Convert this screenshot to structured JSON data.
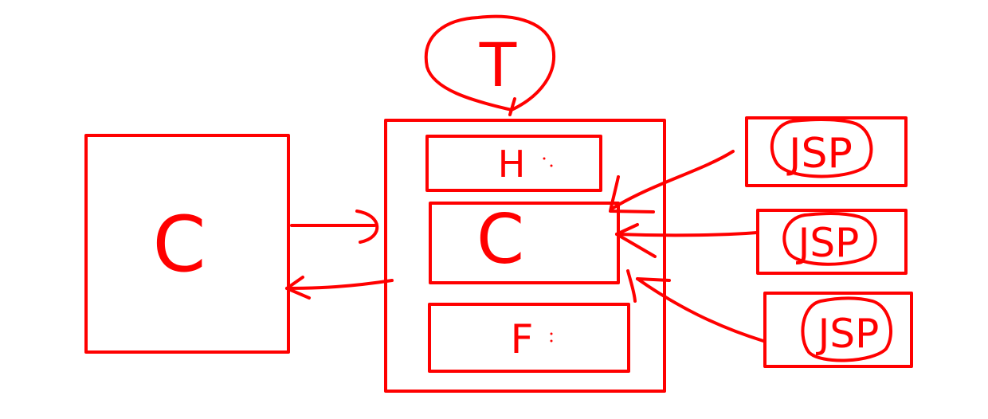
{
  "diagram": {
    "stroke_color": "#ff0000",
    "background": "#ffffff",
    "left_box": {
      "label": "C"
    },
    "template_bubble": {
      "label": "T"
    },
    "main_box": {
      "header_section": {
        "label": "H"
      },
      "content_section": {
        "label": "C"
      },
      "footer_section": {
        "label": "F"
      }
    },
    "right_boxes": [
      {
        "label": "JSP"
      },
      {
        "label": "JSP"
      },
      {
        "label": "JSP"
      }
    ]
  }
}
